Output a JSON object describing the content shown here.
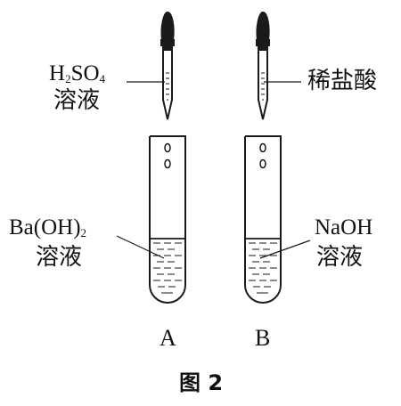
{
  "labels": {
    "left_dropper_chem": "H",
    "left_dropper_sub1": "2",
    "left_dropper_mid": "SO",
    "left_dropper_sub2": "4",
    "left_dropper_solution": "溶液",
    "right_dropper": "稀盐酸",
    "left_tube_chem": "Ba(OH)",
    "left_tube_sub": "2",
    "left_tube_solution": "溶液",
    "right_tube_chem": "NaOH",
    "right_tube_solution": "溶液",
    "tube_a": "A",
    "tube_b": "B",
    "caption_prefix": "图",
    "caption_number": "2"
  },
  "colors": {
    "ink": "#1a1a1a",
    "background": "#ffffff"
  }
}
